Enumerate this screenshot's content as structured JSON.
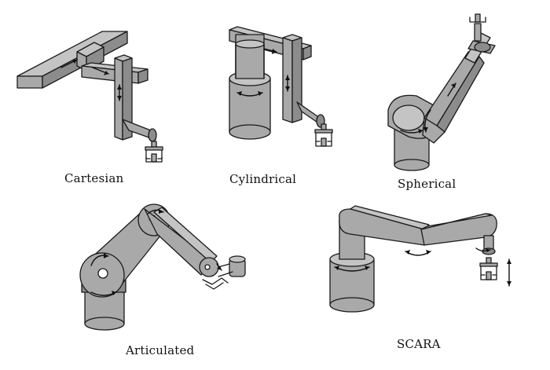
{
  "figure": {
    "robots": [
      {
        "key": "cartesian",
        "label": "Cartesian"
      },
      {
        "key": "cylindrical",
        "label": "Cylindrical"
      },
      {
        "key": "spherical",
        "label": "Spherical"
      },
      {
        "key": "articulated",
        "label": "Articulated"
      },
      {
        "key": "scara",
        "label": "SCARA"
      }
    ]
  },
  "colors": {
    "body": "#a9a9a9",
    "shadow": "#8c8c8c",
    "highlight": "#c4c4c4",
    "outline": "#1a1a1a"
  }
}
